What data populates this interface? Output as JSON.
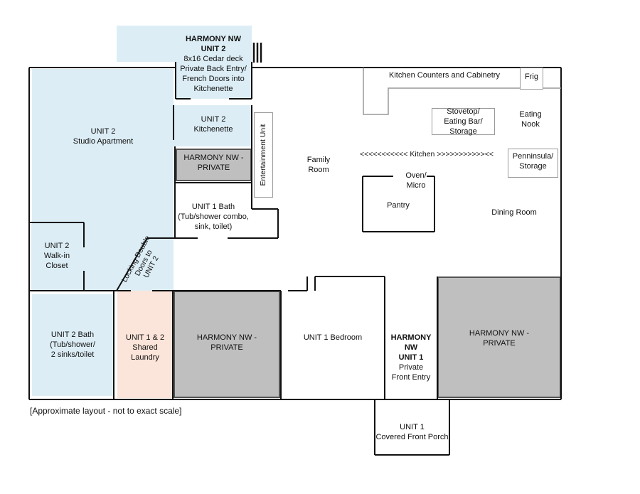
{
  "rooms": {
    "deck": {
      "lines": [
        "HARMONY NW",
        "UNIT 2",
        "8x16 Cedar deck",
        "Private Back Entry/",
        "French Doors into",
        "Kitchenette"
      ]
    },
    "studio": {
      "lines": [
        "UNIT 2",
        "Studio Apartment"
      ]
    },
    "kitchenette": {
      "lines": [
        "UNIT 2",
        "Kitchenette"
      ]
    },
    "private_small": {
      "lines": [
        "HARMONY NW -",
        "PRIVATE"
      ]
    },
    "unit1_bath": {
      "lines": [
        "UNIT 1 Bath",
        "(Tub/shower combo,",
        "sink, toilet)"
      ]
    },
    "walkin": {
      "lines": [
        "UNIT 2",
        "Walk-in",
        "Closet"
      ]
    },
    "unit2_bath": {
      "lines": [
        "UNIT 2 Bath",
        "(Tub/shower/",
        "2 sinks/toilet"
      ]
    },
    "laundry": {
      "lines": [
        "UNIT 1 & 2",
        "Shared",
        "Laundry"
      ]
    },
    "private_mid": {
      "lines": [
        "HARMONY NW -",
        "PRIVATE"
      ]
    },
    "unit1_bedroom": {
      "lines": [
        "UNIT 1 Bedroom"
      ]
    },
    "front_entry": {
      "lines": [
        "HARMONY",
        "NW",
        "UNIT 1",
        "Private",
        "Front Entry"
      ]
    },
    "private_right": {
      "lines": [
        "HARMONY NW -",
        "PRIVATE"
      ]
    },
    "porch": {
      "lines": [
        "UNIT 1",
        "Covered Front Porch"
      ]
    },
    "family_room": {
      "lines": [
        "Family",
        "Room"
      ]
    },
    "kitchen_counters": "Kitchen Counters and Cabinetry",
    "frig": "Frig",
    "stovetop": {
      "lines": [
        "Stovetop/",
        "Eating Bar/",
        "Storage"
      ]
    },
    "eating_nook": {
      "lines": [
        "Eating",
        "Nook"
      ]
    },
    "kitchen_arrow": "<<<<<<<<<<< Kitchen >>>>>>>>>>><<",
    "penninsula": {
      "lines": [
        "Penninsula/",
        "Storage"
      ]
    },
    "oven": {
      "lines": [
        "Oven/",
        "Micro"
      ]
    },
    "pantry": "Pantry",
    "dining": "Dining Room",
    "entertainment": "Entertainment Unit",
    "locking_doors": {
      "lines": [
        "Locking Double",
        "Doors to",
        "UNIT 2"
      ]
    }
  },
  "note": "[Approximate layout - not to exact scale]",
  "colors": {
    "blue": "#dcedf5",
    "gray": "#bfbfbf",
    "pink": "#fbe4d9"
  }
}
